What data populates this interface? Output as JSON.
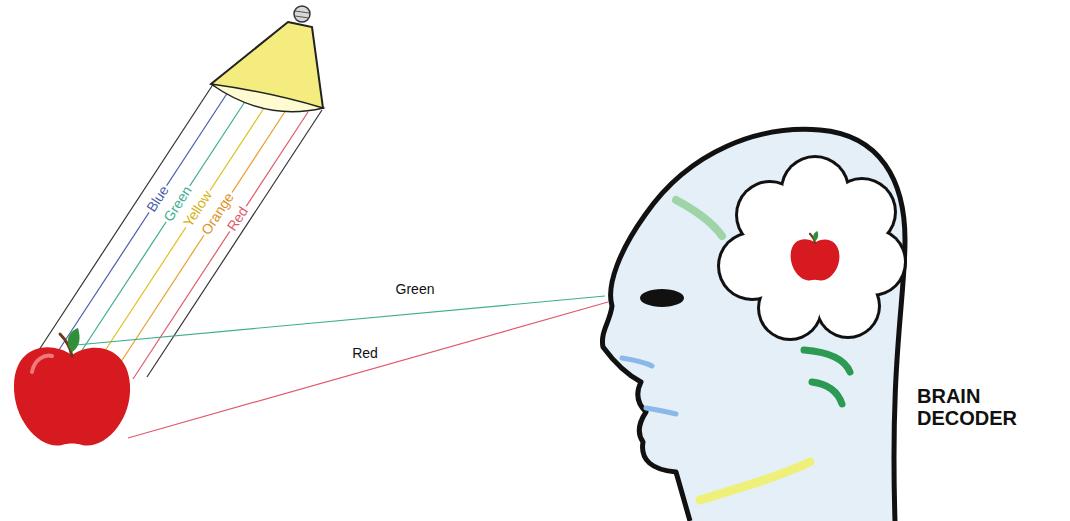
{
  "diagram": {
    "labels": [
      "Blue",
      "Green",
      "Yellow",
      "Orange",
      "Red",
      "Green",
      "Red",
      "BRAIN DECODER"
    ]
  }
}
